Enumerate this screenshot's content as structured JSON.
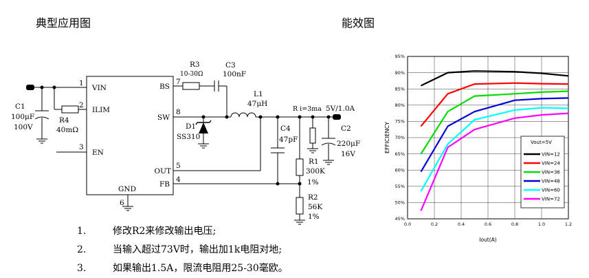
{
  "headings": {
    "application": "典型应用图",
    "efficiency": "能效图"
  },
  "schematic": {
    "ic_pins": {
      "vin": "VIN",
      "ilim": "ILIM",
      "en": "EN",
      "bs": "BS",
      "sw": "SW",
      "out": "OUT",
      "fb": "FB",
      "gnd": "GND"
    },
    "pin_numbers": {
      "vin": "1",
      "ilim": "2",
      "en": "3",
      "bs": "7",
      "sw": "8",
      "out": "5",
      "fb": "4",
      "gnd": "6"
    },
    "c1": {
      "name": "C1",
      "value": "100μF",
      "rating": "100V"
    },
    "r4": {
      "name": "R4",
      "value": "40mΩ"
    },
    "r3": {
      "name": "R3",
      "value": "10-30Ω"
    },
    "c3": {
      "name": "C3",
      "value": "100nF"
    },
    "l1": {
      "name": "L1",
      "value": "47μH"
    },
    "d1": {
      "name": "D1",
      "value": "SS310"
    },
    "c4": {
      "name": "C4",
      "value": "47pF"
    },
    "rl": {
      "label": "R   i=3ma"
    },
    "r1": {
      "name": "R1",
      "value": "300K",
      "tol": "1%"
    },
    "r2": {
      "name": "R2",
      "value": "56K",
      "tol": "1%"
    },
    "c2": {
      "name": "C2",
      "value": "220μF",
      "rating": "16V"
    },
    "output": "5V/1.0A"
  },
  "notes": [
    {
      "num": "1.",
      "text": "修改R2来修改输出电压;"
    },
    {
      "num": "2.",
      "text": "当输入超过73V时，输出加1k电阻对地;"
    },
    {
      "num": "3.",
      "text": "如果输出1.5A，限流电阻用25-30毫欧。"
    }
  ],
  "chart_data": {
    "type": "line",
    "title": "",
    "xlabel": "Iout(A)",
    "ylabel": "EFFICIENCY",
    "xlim": [
      0.0,
      1.2
    ],
    "ylim": [
      45,
      95
    ],
    "xticks": [
      "0.0",
      "0.2",
      "0.4",
      "0.6",
      "0.8",
      "1.0",
      "1.2"
    ],
    "yticks": [
      "45%",
      "50%",
      "55%",
      "60%",
      "65%",
      "70%",
      "75%",
      "80%",
      "85%",
      "90%",
      "95%"
    ],
    "grid": true,
    "legend_title": "Vout=5V",
    "legend_position": "bottom-right",
    "series": [
      {
        "name": "VIN=12",
        "color": "#000000",
        "x": [
          0.1,
          0.3,
          0.5,
          0.8,
          1.0,
          1.2
        ],
        "y": [
          86.0,
          90.0,
          90.5,
          90.3,
          89.8,
          89.0
        ]
      },
      {
        "name": "VIN=24",
        "color": "#ff0000",
        "x": [
          0.1,
          0.3,
          0.5,
          0.8,
          1.0,
          1.2
        ],
        "y": [
          73.5,
          83.5,
          86.5,
          86.8,
          86.6,
          86.5
        ]
      },
      {
        "name": "VIN=36",
        "color": "#00dd00",
        "x": [
          0.1,
          0.3,
          0.5,
          0.8,
          1.0,
          1.2
        ],
        "y": [
          65.0,
          78.0,
          82.8,
          83.5,
          84.0,
          84.3
        ]
      },
      {
        "name": "VIN=48",
        "color": "#0000dd",
        "x": [
          0.1,
          0.3,
          0.5,
          0.8,
          1.0,
          1.2
        ],
        "y": [
          59.5,
          73.5,
          78.0,
          81.5,
          82.0,
          82.2
        ]
      },
      {
        "name": "VIN=60",
        "color": "#00ffff",
        "x": [
          0.1,
          0.3,
          0.5,
          0.8,
          1.0,
          1.2
        ],
        "y": [
          53.5,
          68.0,
          75.5,
          78.5,
          79.2,
          79.0
        ]
      },
      {
        "name": "VIN=72",
        "color": "#ff00ff",
        "x": [
          0.1,
          0.3,
          0.5,
          0.8,
          1.0,
          1.2
        ],
        "y": [
          47.5,
          67.0,
          72.5,
          76.0,
          77.0,
          77.5
        ]
      }
    ]
  }
}
